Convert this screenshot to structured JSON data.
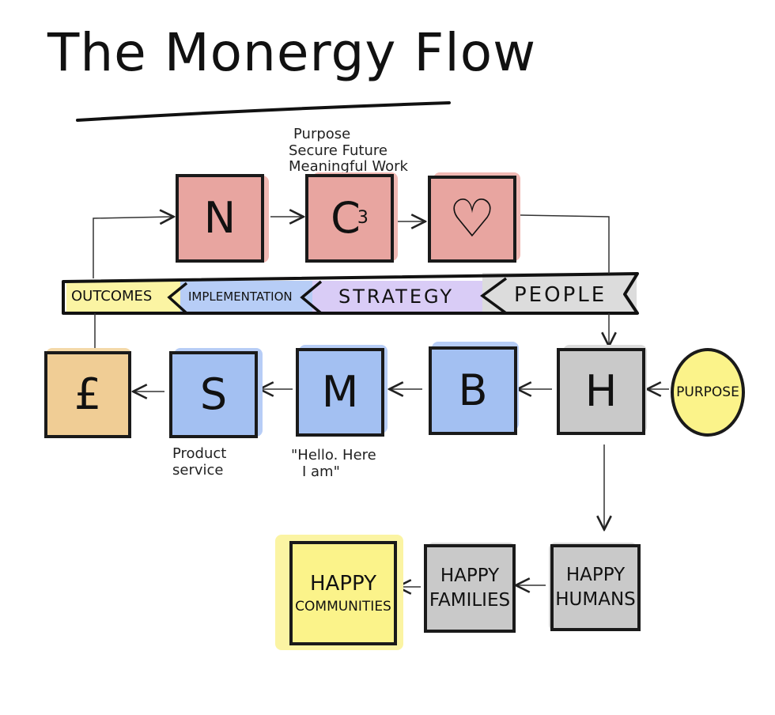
{
  "title": "The Monergy Flow",
  "colors": {
    "red": "#e8a5a0",
    "red_halo": "#f1b9b4",
    "blue": "#a3c0f2",
    "blue_halo": "#b7cdf6",
    "gray": "#c9c9c9",
    "gray_halo": "#dcdcdc",
    "orange": "#f0cd95",
    "orange_halo": "#f4d9a9",
    "yellow": "#fbf38a",
    "yellow_halo": "#fbf4a3",
    "purple": "#d9ccf6"
  },
  "top_row": {
    "n": "N",
    "c": "C",
    "c_sub": "3",
    "heart": "♡"
  },
  "purpose_note": {
    "line1": "Purpose",
    "line2": "Secure Future",
    "line3": "Meaningful Work"
  },
  "banner": {
    "outcomes": "OUTCOMES",
    "implementation": "IMPLEMENTATION",
    "strategy": "STRATEGY",
    "people": "PEOPLE"
  },
  "middle_row": {
    "pound": "£",
    "s": "S",
    "m": "M",
    "b": "B",
    "h": "H",
    "purpose_circle": "PURPOSE"
  },
  "notes": {
    "product_line1": "Product",
    "product_line2": "service",
    "hello_line1": "\"Hello. Here",
    "hello_line2": "I am\""
  },
  "bottom_row": {
    "communities_line1": "HAPPY",
    "communities_line2": "COMMUNITIES",
    "families_line1": "HAPPY",
    "families_line2": "FAMILIES",
    "humans_line1": "HAPPY",
    "humans_line2": "HUMANS"
  }
}
